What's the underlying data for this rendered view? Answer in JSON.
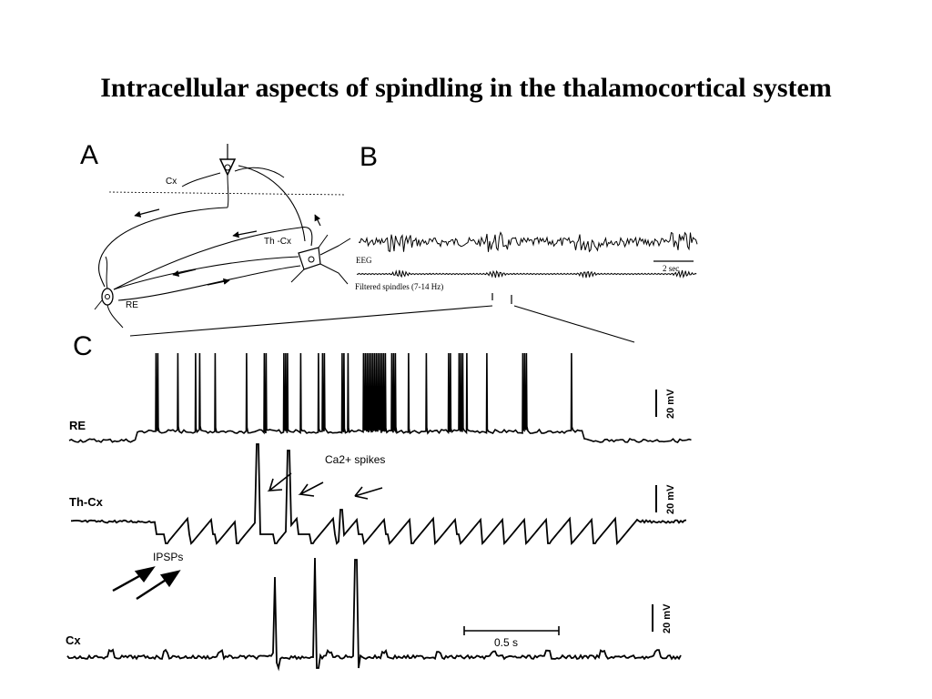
{
  "title": "Intracellular aspects of spindling in the thalamocortical system",
  "figure": {
    "panel_a": {
      "letter": "A",
      "labels": {
        "cx": "Cx",
        "thcx": "Th -Cx",
        "re": "RE"
      }
    },
    "panel_b": {
      "letter": "B",
      "eeg_label": "EEG",
      "filtered_label": "Filtered spindles (7-14 Hz)",
      "time_scale": "2 sec"
    },
    "panel_c": {
      "letter": "C",
      "traces": [
        {
          "label": "RE",
          "scale": "20 mV"
        },
        {
          "label": "Th-Cx",
          "scale": "20 mV"
        },
        {
          "label": "Cx",
          "scale": "20 mV"
        }
      ],
      "ca_spikes_label": "Ca2+ spikes",
      "ipsps_label": "IPSPs",
      "time_scale": "0.5 s"
    }
  }
}
